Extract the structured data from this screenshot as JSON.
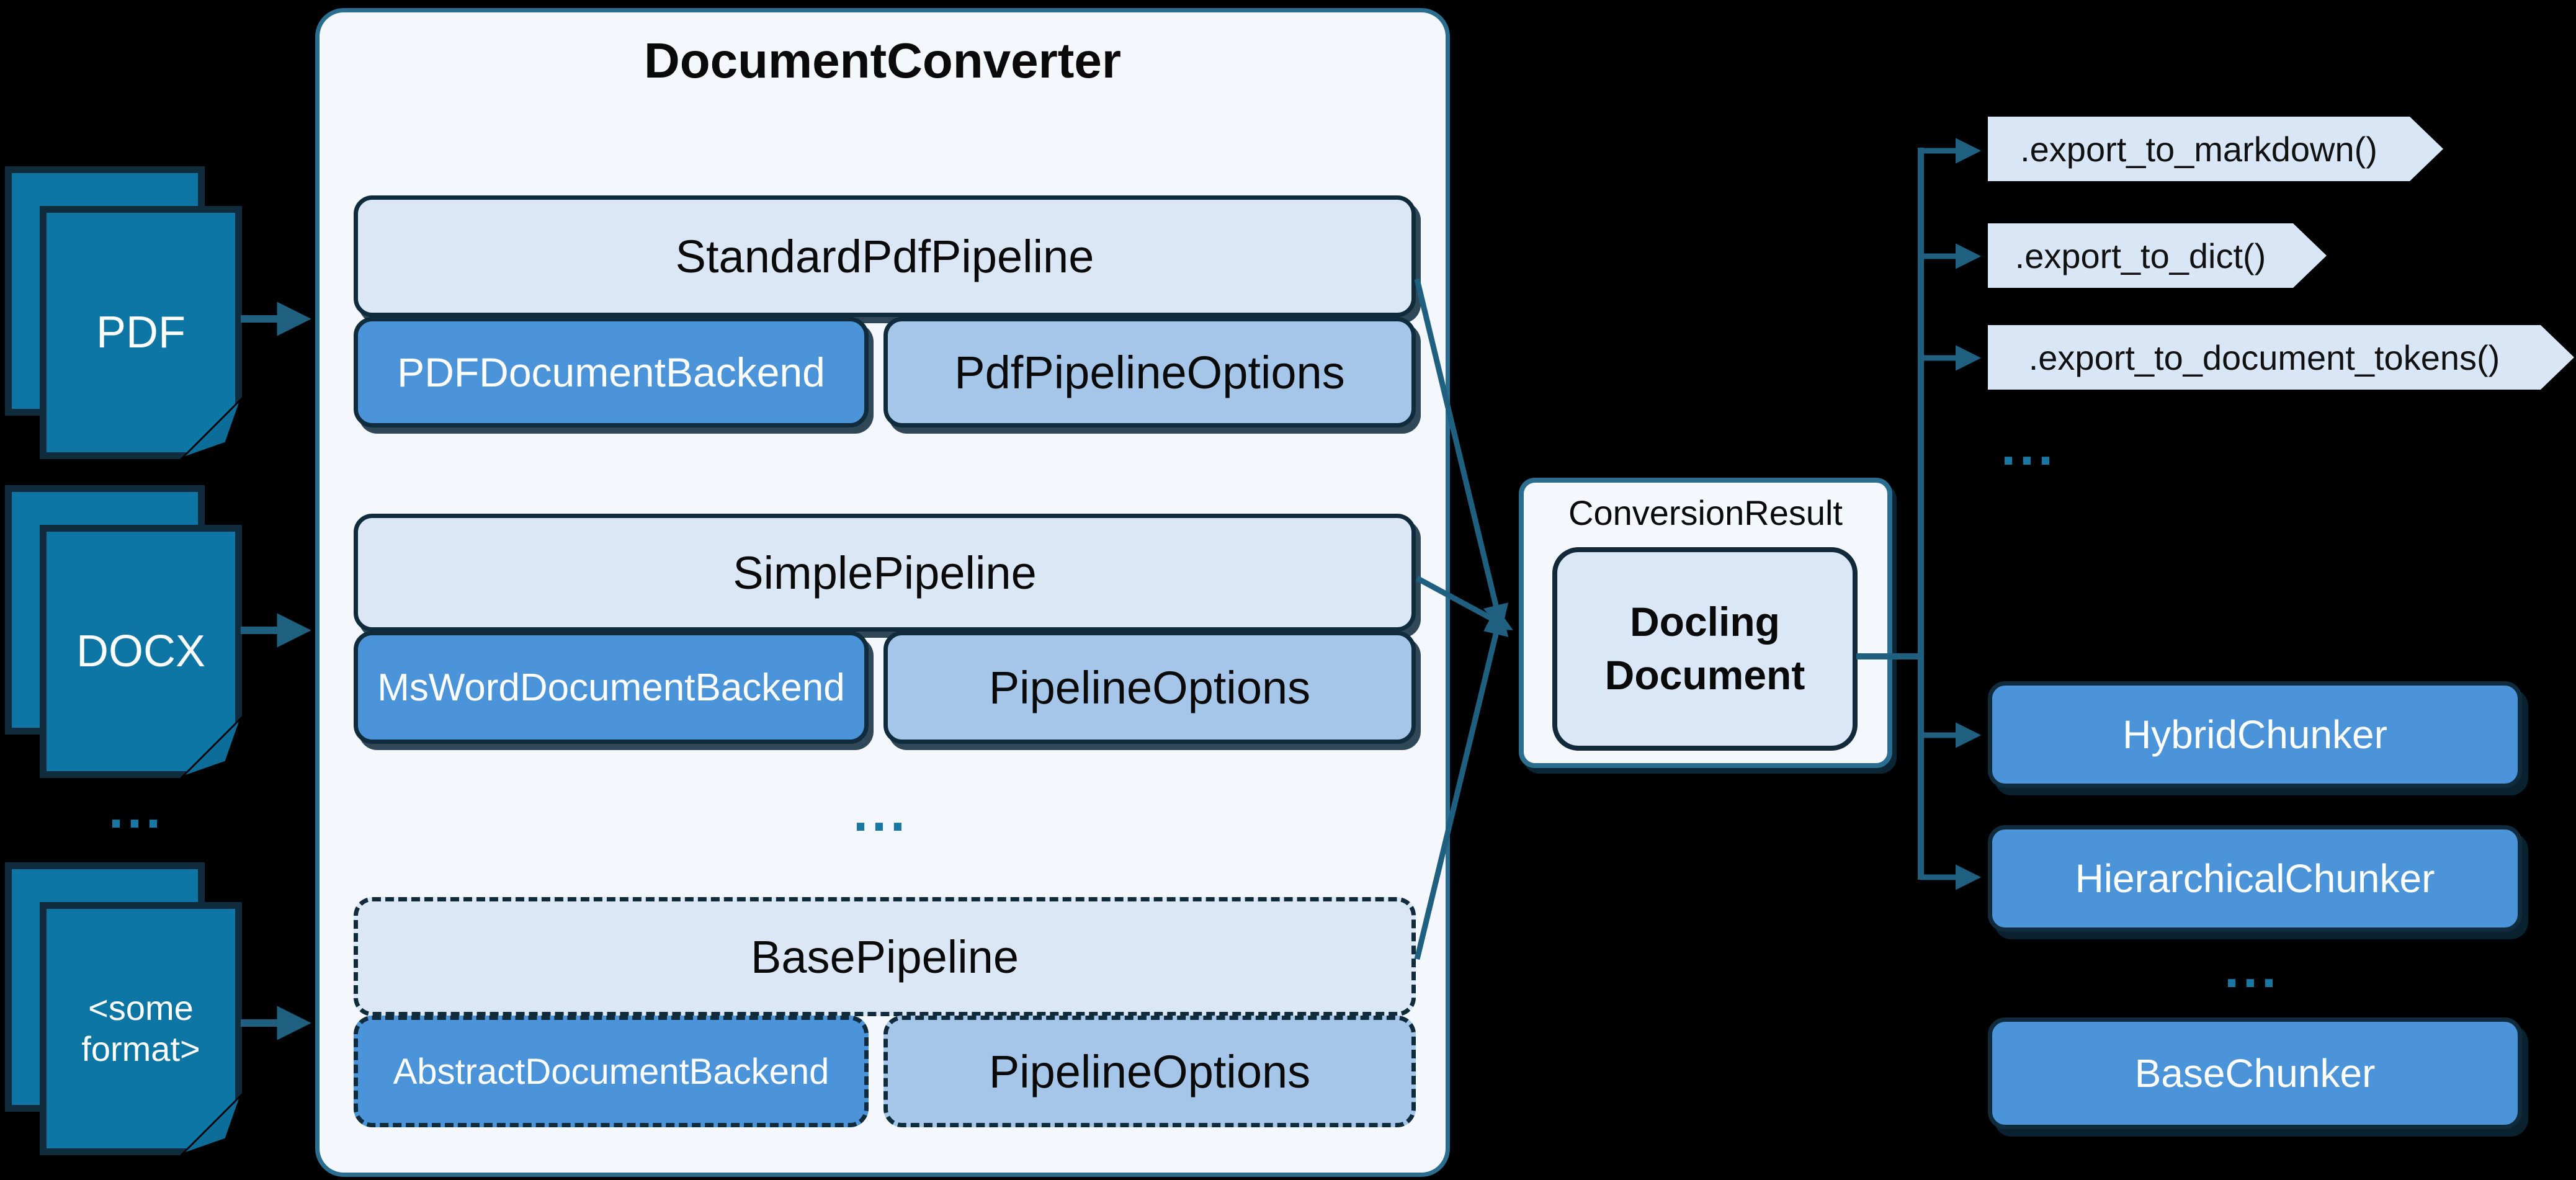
{
  "title": "DocumentConverter",
  "inputs": {
    "pdf": "PDF",
    "docx": "DOCX",
    "ellipsis": "...",
    "some_format": "<some format>"
  },
  "pipelines": [
    {
      "name": "StandardPdfPipeline",
      "backend": "PDFDocumentBackend",
      "options": "PdfPipelineOptions",
      "style": "solid"
    },
    {
      "name": "SimplePipeline",
      "backend": "MsWordDocumentBackend",
      "options": "PipelineOptions",
      "style": "solid"
    },
    {
      "name": "BasePipeline",
      "backend": "AbstractDocumentBackend",
      "options": "PipelineOptions",
      "style": "dashed"
    }
  ],
  "converter_ellipsis": "...",
  "result": {
    "label": "ConversionResult",
    "document": "Docling Document"
  },
  "exports": {
    "items": [
      ".export_to_markdown()",
      ".export_to_dict()",
      ".export_to_document_tokens()"
    ],
    "ellipsis": "..."
  },
  "chunkers": {
    "items": [
      {
        "label": "HybridChunker",
        "style": "solid"
      },
      {
        "label": "HierarchicalChunker",
        "style": "solid"
      },
      {
        "label": "BaseChunker",
        "style": "dashed"
      }
    ],
    "ellipsis": "..."
  },
  "colors": {
    "background": "#000000",
    "arrow_teal": "#1f5f80",
    "doc_icon_fill": "#0e76a4",
    "dark_navy_border": "#0f2b3c",
    "container_fill": "#f4f7fc",
    "container_border": "#2a6d8f",
    "light_box_fill": "#dce7f5",
    "medium_blue_fill": "#4b94d9",
    "pale_blue_fill": "#a6c6e9",
    "tag_fill": "#d9e6f6",
    "dots": "#1878a3"
  }
}
